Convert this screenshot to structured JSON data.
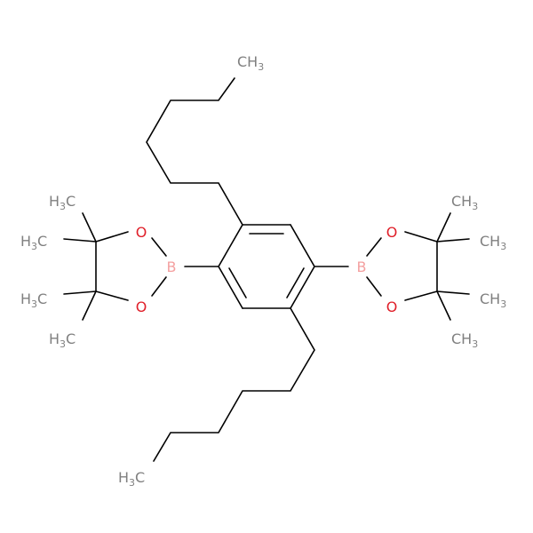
{
  "molecule": {
    "title": "",
    "atoms": {
      "boron_left": "B",
      "boron_right": "B",
      "oxygen_label": "O",
      "methyl_left": "H3C",
      "methyl_right": "CH3"
    },
    "labels": {
      "left_me1": {
        "main": "H",
        "sub": "3",
        "tail": "C"
      },
      "left_me2": {
        "main": "H",
        "sub": "3",
        "tail": "C"
      },
      "left_me3": {
        "main": "H",
        "sub": "3",
        "tail": "C"
      },
      "left_me4": {
        "main": "H",
        "sub": "3",
        "tail": "C"
      },
      "right_me1": {
        "main": "CH",
        "sub": "3"
      },
      "right_me2": {
        "main": "CH",
        "sub": "3"
      },
      "right_me3": {
        "main": "CH",
        "sub": "3"
      },
      "right_me4": {
        "main": "CH",
        "sub": "3"
      },
      "top_chain_end": {
        "main": "CH",
        "sub": "3"
      },
      "bottom_chain_end": {
        "main": "H",
        "sub": "3",
        "tail": "C"
      },
      "o_left_top": "O",
      "o_left_bottom": "O",
      "o_right_top": "O",
      "o_right_bottom": "O",
      "b_left": "B",
      "b_right": "B"
    },
    "colors": {
      "carbon_label": "#808080",
      "oxygen": "#e0202a",
      "boron": "#f4a0a0",
      "bond": "#000000"
    }
  }
}
